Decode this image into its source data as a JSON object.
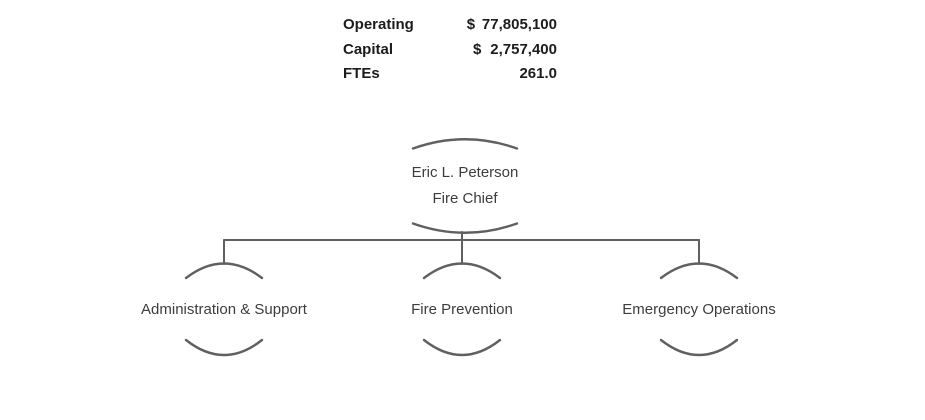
{
  "summary_table": {
    "rows": [
      {
        "label": "Operating",
        "currency": "$",
        "value": "77,805,100"
      },
      {
        "label": "Capital",
        "currency": "$",
        "value": "2,757,400"
      },
      {
        "label": "FTEs",
        "currency": "",
        "value": "261.0"
      }
    ]
  },
  "org_chart": {
    "root": {
      "name": "Eric L. Peterson",
      "title": "Fire Chief"
    },
    "children": [
      {
        "label": "Administration & Support"
      },
      {
        "label": "Fire Prevention"
      },
      {
        "label": "Emergency Operations"
      }
    ]
  },
  "colors": {
    "connector_line": "#606060",
    "node_arc": "#606060",
    "node_text": "#3d3d3d",
    "table_text": "#1c1c1c"
  }
}
